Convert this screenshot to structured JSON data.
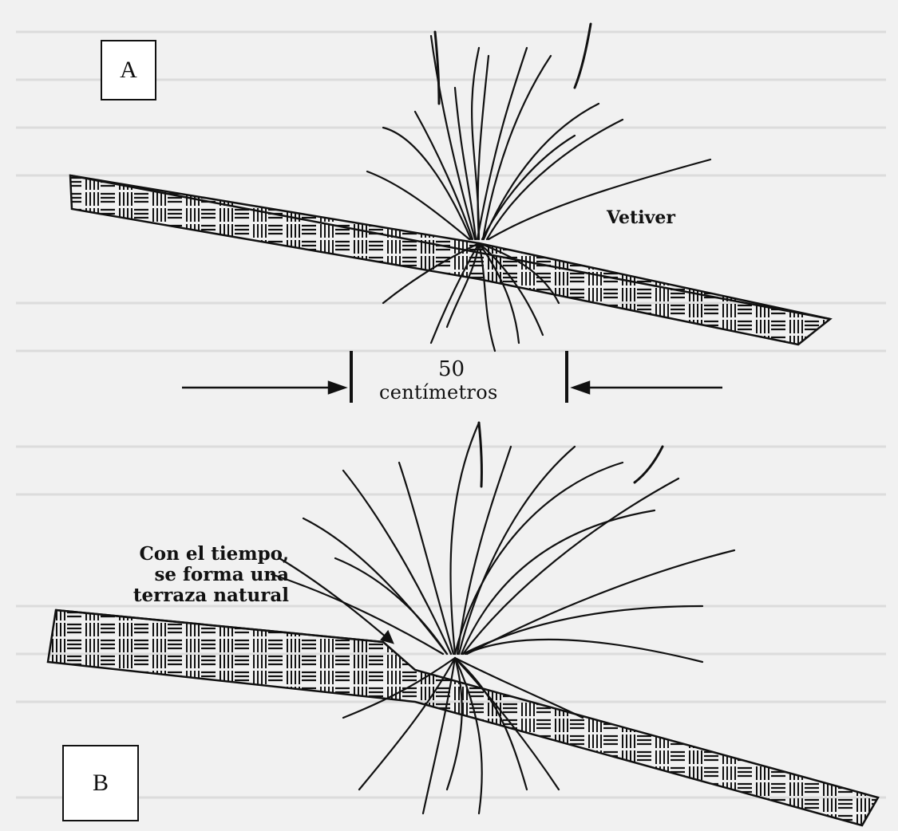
{
  "panels": {
    "a_label": "A",
    "b_label": "B"
  },
  "labels": {
    "plant_name": "Vetiver",
    "distance_value": "50",
    "distance_unit": "centímetros",
    "note_line1": "Con el tiempo,",
    "note_line2": "se forma una",
    "note_line3": "terraza natural"
  },
  "colors": {
    "ink": "#111111",
    "paper": "#f1f1f1",
    "box_bg": "#ffffff"
  }
}
